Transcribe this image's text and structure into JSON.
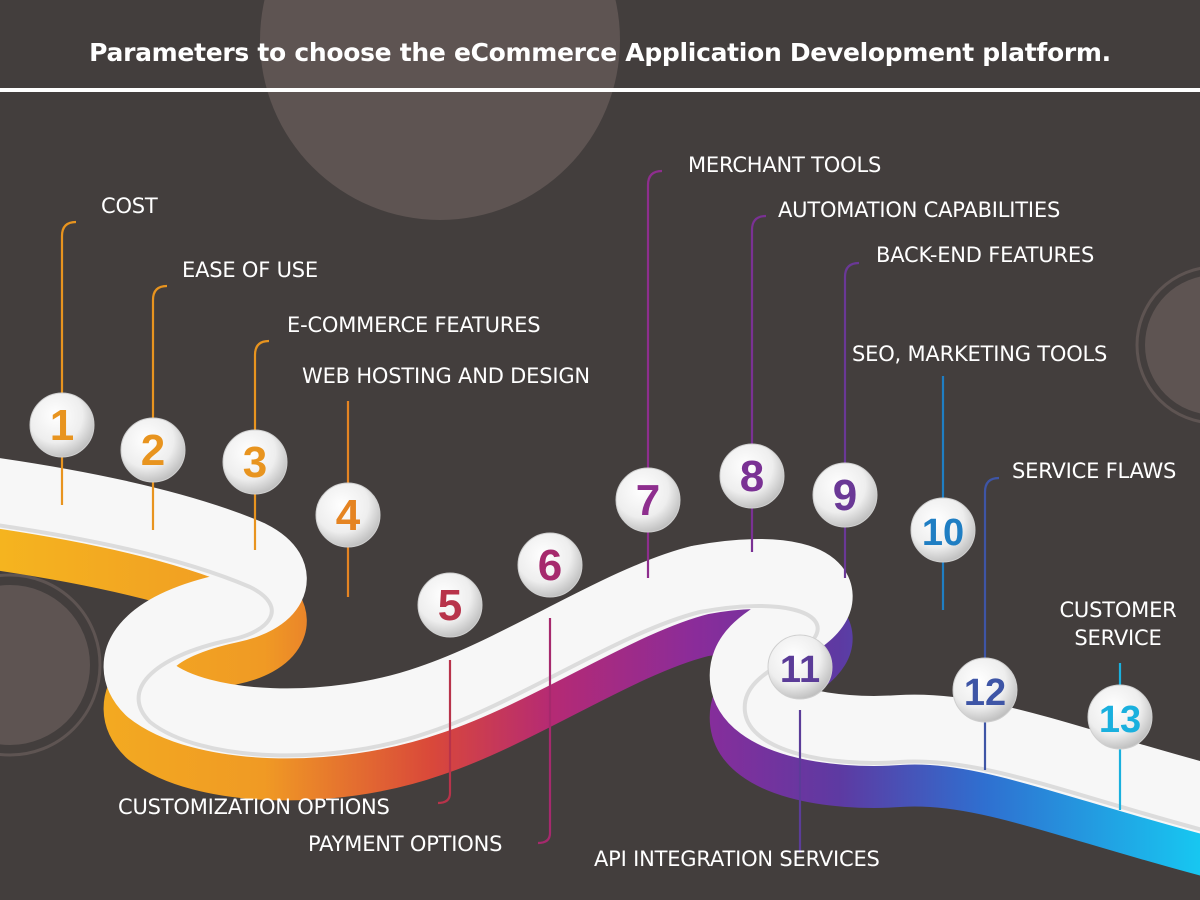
{
  "title": "Parameters to choose the eCommerce Application Development platform.",
  "steps": [
    {
      "number": "1",
      "label": "COST",
      "color": "#e8941f"
    },
    {
      "number": "2",
      "label": "EASE OF USE",
      "color": "#e8941f"
    },
    {
      "number": "3",
      "label": "E-COMMERCE FEATURES",
      "color": "#e8941f"
    },
    {
      "number": "4",
      "label": "WEB HOSTING AND DESIGN",
      "color": "#e58422"
    },
    {
      "number": "5",
      "label": "CUSTOMIZATION OPTIONS",
      "color": "#b8334a"
    },
    {
      "number": "6",
      "label": "PAYMENT OPTIONS",
      "color": "#a6296d"
    },
    {
      "number": "7",
      "label": "MERCHANT TOOLS",
      "color": "#8e2e8e"
    },
    {
      "number": "8",
      "label": "AUTOMATION CAPABILITIES",
      "color": "#7a3194"
    },
    {
      "number": "9",
      "label": "BACK-END FEATURES",
      "color": "#6a3896"
    },
    {
      "number": "10",
      "label": "SEO, MARKETING TOOLS",
      "color": "#1f7ec3"
    },
    {
      "number": "11",
      "label": "API INTEGRATION SERVICES",
      "color": "#5b3c98"
    },
    {
      "number": "12",
      "label": "SERVICE FLAWS",
      "color": "#3e55a6"
    },
    {
      "number": "13",
      "label": "CUSTOMER SERVICE",
      "color": "#1ab0de"
    }
  ],
  "colors": {
    "background": "#433e3d",
    "circle": "#5c5351",
    "road_top": "#f7f7f7",
    "orange": "#f0a51f",
    "magenta": "#a6296d",
    "purple": "#6a35a0",
    "blue": "#1a9fe0",
    "cyan": "#1ec8f0"
  }
}
